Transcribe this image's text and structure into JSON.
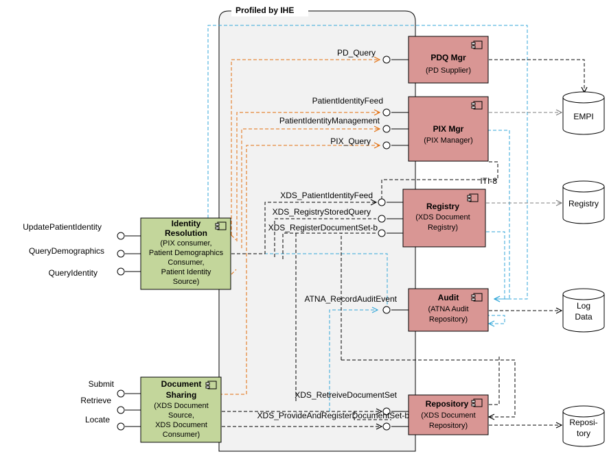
{
  "frame": {
    "title": "Profiled by IHE"
  },
  "components": {
    "pdq": {
      "title": "PDQ Mgr",
      "sub": [
        "(PD Supplier)"
      ]
    },
    "pix": {
      "title": "PIX Mgr",
      "sub": [
        "(PIX Manager)"
      ]
    },
    "registry": {
      "title": "Registry",
      "sub": [
        "(XDS Document",
        "Registry)"
      ]
    },
    "audit": {
      "title": "Audit",
      "sub": [
        "(ATNA Audit",
        "Repository)"
      ]
    },
    "repository": {
      "title": "Repository",
      "sub": [
        "(XDS Document",
        "Repository)"
      ]
    },
    "identity": {
      "title": "Identity",
      "title2": "Resolution",
      "sub": [
        "(PIX consumer,",
        "Patient Demographics",
        "Consumer,",
        "Patient  Identity",
        "Source)"
      ]
    },
    "docsharing": {
      "title": "Document",
      "title2": "Sharing",
      "sub": [
        "(XDS Document",
        "Source,",
        "XDS Document",
        "Consumer)"
      ]
    }
  },
  "stores": {
    "empi": [
      "EMPI"
    ],
    "registry": [
      "Registry"
    ],
    "logdata": [
      "Log",
      "Data"
    ],
    "repository": [
      "Reposi-",
      "tory"
    ]
  },
  "interfaces": {
    "pd_query": "PD_Query",
    "patient_identity_feed": "PatientIdentityFeed",
    "patient_identity_management": "PatientIdentityManagement",
    "pix_query": "PIX_Query",
    "iti8": "ITI-8",
    "xds_patient_identity_feed": "XDS_PatientIdentityFeed",
    "xds_registry_stored_query": "XDS_RegistryStoredQuery",
    "xds_register_document_set": "XDS_RegisterDocumentSet-b",
    "atna_record_audit_event": "ATNA_RecordAuditEvent",
    "xds_retrieve_document_set": "XDS_RetreiveDocumentSet",
    "xds_provide_and_register": "XDS_ProvideAndRegisterDocumentSet-b"
  },
  "external_ports": {
    "update_patient_identity": "UpdatePatientIdentity",
    "query_demographics": "QueryDemographics",
    "query_identity": "QueryIdentity",
    "submit": "Submit",
    "retrieve": "Retrieve",
    "locate": "Locate"
  },
  "colors": {
    "component_red": "#d99694",
    "component_green": "#c3d69b",
    "frame_fill": "#f2f2f2",
    "orange_line": "#e36c09",
    "blue_line": "#31a6d8",
    "black_line": "#000000",
    "gray_line": "#7f7f7f"
  },
  "icons": [
    "component-icon",
    "database-cylinder-icon",
    "lollipop-interface-icon"
  ]
}
